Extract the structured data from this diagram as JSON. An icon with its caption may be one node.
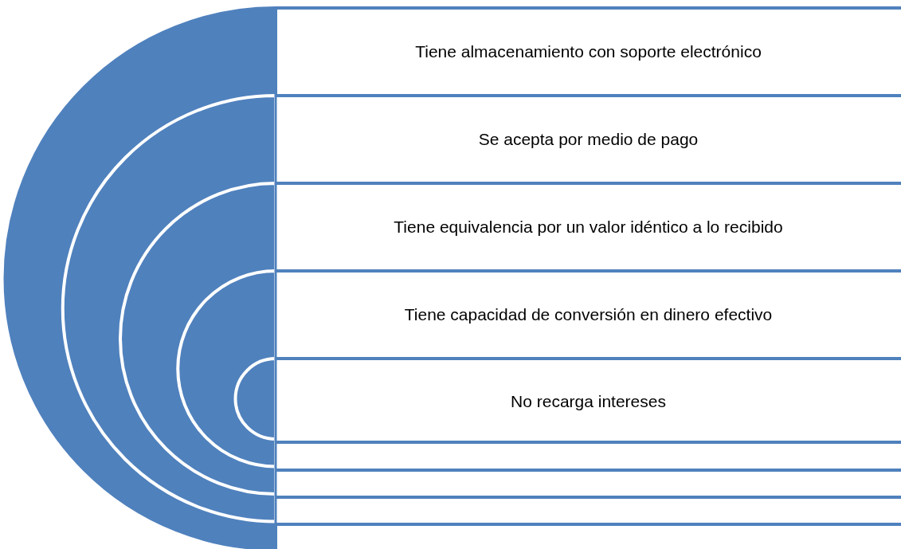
{
  "diagram": {
    "nodes": [
      {
        "text": [
          "Tiene almacenamiento con soporte electrónico"
        ]
      },
      {
        "text": [
          "Se acepta por medio de pago"
        ]
      },
      {
        "text": [
          "Tiene equivalencia por un valor idéntico a lo recibido"
        ]
      },
      {
        "text": [
          "Tiene capacidad de conversión en dinero efectivo"
        ]
      },
      {
        "text": [
          "No recarga intereses"
        ]
      }
    ],
    "edges": []
  }
}
